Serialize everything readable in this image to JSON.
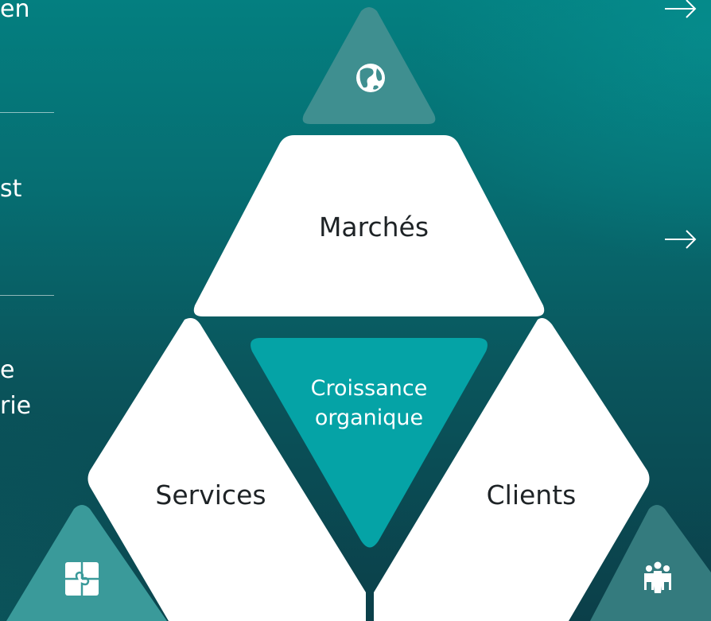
{
  "left_text": {
    "fragment_1": "en",
    "fragment_2": "st",
    "fragment_3": "e",
    "fragment_4": "rie"
  },
  "diagram": {
    "top_segment": "Marchés",
    "left_segment": "Services",
    "right_segment": "Clients",
    "center_line_1": "Croissance",
    "center_line_2": "organique"
  },
  "icons": {
    "top": "globe-icon",
    "bottom_left": "puzzle-icon",
    "bottom_right": "people-icon"
  },
  "colors": {
    "background_top": "#047f80",
    "background_bottom": "#0b3f49",
    "segment_fill": "#ffffff",
    "center_fill": "#05a3a6",
    "icon_tile_fill": "#3f8f90",
    "segment_text": "#1e2326"
  }
}
